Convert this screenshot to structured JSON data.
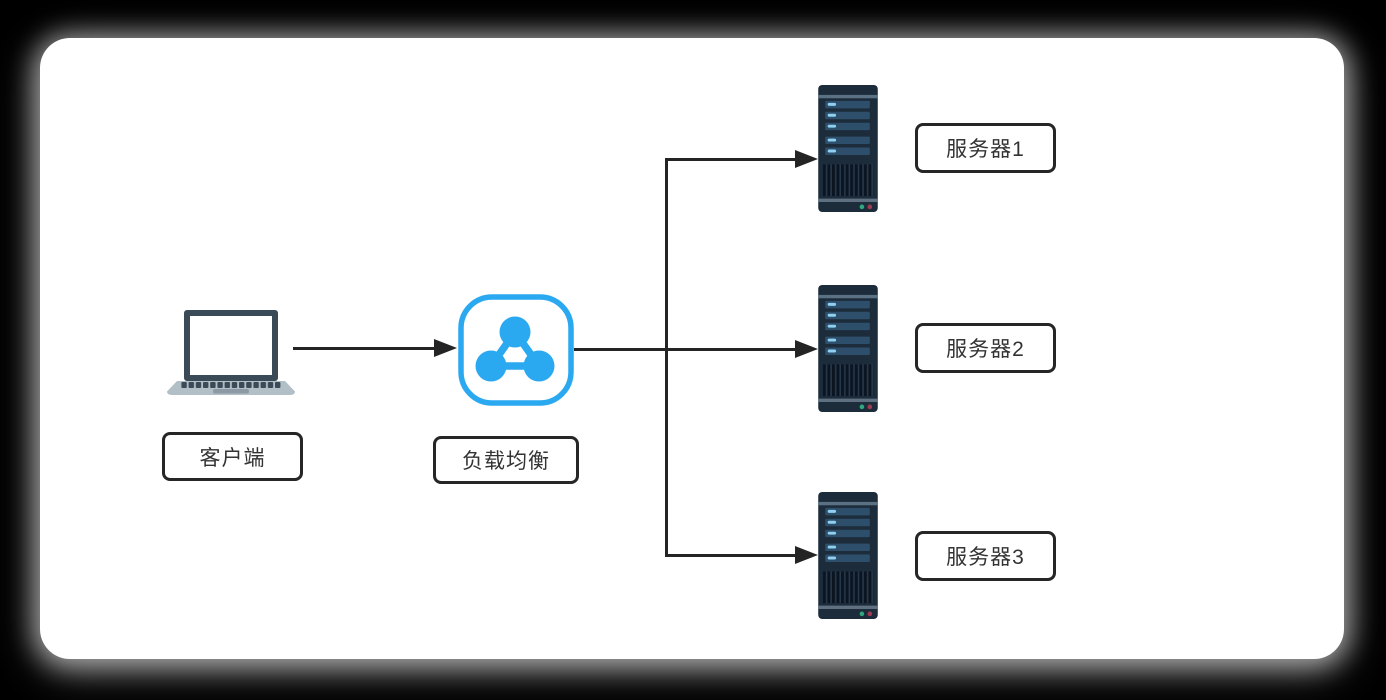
{
  "diagram": {
    "title": "load-balancing-architecture",
    "client": {
      "id": "client",
      "label": "客户端",
      "icon": "laptop-icon"
    },
    "load_balancer": {
      "id": "load_balancer",
      "label": "负载均衡",
      "icon": "load-balancer-icon"
    },
    "servers": [
      {
        "id": "server1",
        "label": "服务器1",
        "icon": "server-icon"
      },
      {
        "id": "server2",
        "label": "服务器2",
        "icon": "server-icon"
      },
      {
        "id": "server3",
        "label": "服务器3",
        "icon": "server-icon"
      }
    ],
    "connections": [
      {
        "from": "client",
        "to": "load_balancer",
        "arrow": "right"
      },
      {
        "from": "load_balancer",
        "to": "server1",
        "arrow": "right"
      },
      {
        "from": "load_balancer",
        "to": "server2",
        "arrow": "right"
      },
      {
        "from": "load_balancer",
        "to": "server3",
        "arrow": "right"
      }
    ]
  },
  "colors": {
    "backdrop": "#000000",
    "canvas": "#FFFFFF",
    "line": "#242424",
    "accent_blue": "#2BA9F0",
    "server_body": "#1D2C3B",
    "server_bar": "#2E4F6B",
    "server_dash": "#8FD0F0",
    "laptop_frame": "#3B4A57",
    "laptop_base": "#B3BFC7",
    "led_green": "#2FA97C",
    "led_red": "#A23A50"
  }
}
